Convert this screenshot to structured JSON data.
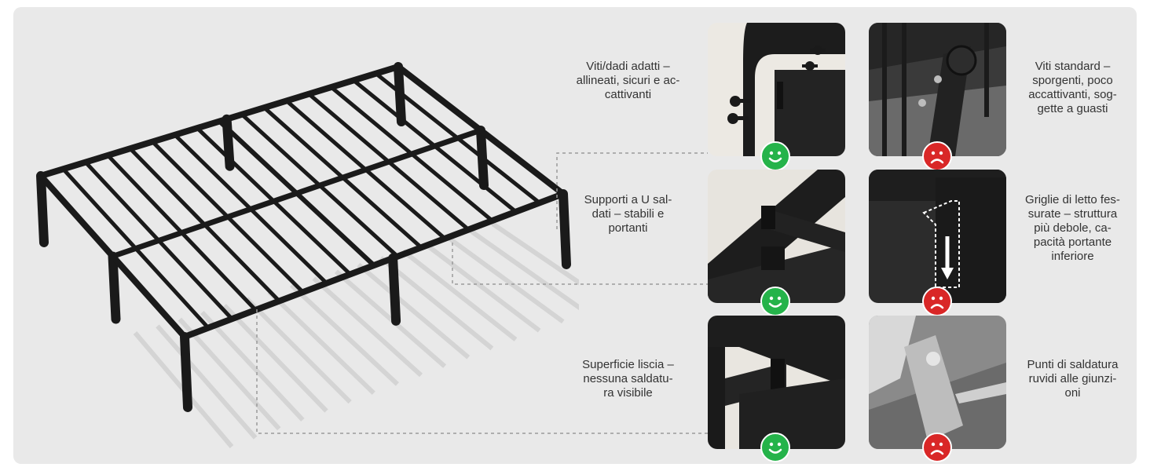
{
  "colors": {
    "background": "#e9e9e9",
    "frame": "#1a1a1a",
    "good": "#25b34a",
    "bad": "#d92727",
    "dashed_line": "#9a9a9a",
    "text": "#333333"
  },
  "comparisons": [
    {
      "good": {
        "caption": "Viti/dadi adatti –\nallineati, sicuri e ac-\ncattivanti",
        "icon": "smile-icon"
      },
      "bad": {
        "caption": "Viti standard –\nsporgenti, poco\naccattivanti, sog-\ngette a guasti",
        "icon": "frown-icon"
      }
    },
    {
      "good": {
        "caption": "Supporti a U sal-\ndati – stabili e\nportanti",
        "icon": "smile-icon"
      },
      "bad": {
        "caption": "Griglie di letto fes-\nsurate – struttura\npiù debole, ca-\npacità portante\ninferiore",
        "icon": "frown-icon"
      }
    },
    {
      "good": {
        "caption": "Superficie liscia –\nnessuna saldatu-\nra visibile",
        "icon": "smile-icon"
      },
      "bad": {
        "caption": "Punti di saldatura\nruvidi alle giunzi-\noni",
        "icon": "frown-icon"
      }
    }
  ]
}
